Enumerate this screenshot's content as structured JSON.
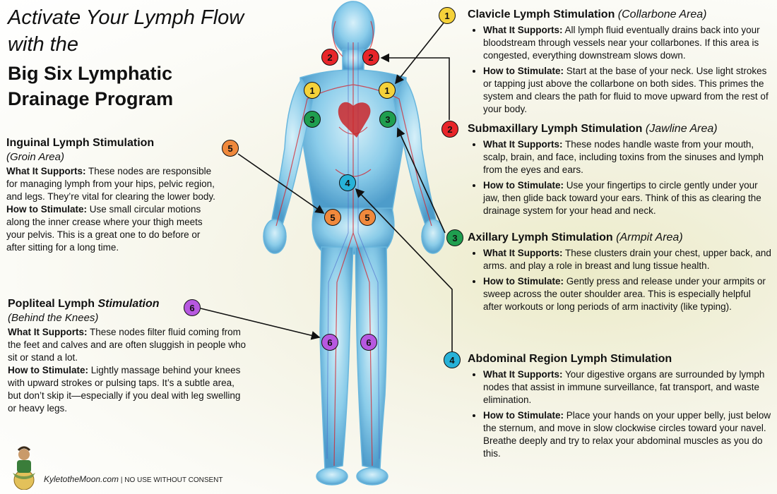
{
  "title": {
    "line1": "Activate Your Lymph Flow",
    "line2": "with the",
    "line3": "Big Six Lymphatic",
    "line4": "Drainage Program"
  },
  "sections": {
    "clavicle": {
      "number": "1",
      "title": "Clavicle Lymph Stimulation",
      "area": "(Collarbone Area)",
      "supports_label": "What It Supports:",
      "supports_text": "All lymph fluid eventually drains back into your bloodstream through vessels near your collarbones. If this area is congested, everything downstream slows down.",
      "stimulate_label": "How to Stimulate:",
      "stimulate_text": "Start at the base of your neck. Use light strokes or tapping just above the collarbone on both sides. This primes the system and clears the path for fluid to move upward from the rest of your body."
    },
    "submaxillary": {
      "number": "2",
      "title": "Submaxillary Lymph Stimulation",
      "area": "(Jawline Area)",
      "supports_label": "What It Supports:",
      "supports_text": "These nodes handle waste from your mouth, scalp, brain, and face, including toxins from the sinuses and lymph from the eyes and ears.",
      "stimulate_label": "How to Stimulate:",
      "stimulate_text": "Use your fingertips to circle gently under your jaw, then glide back toward your ears. Think of this as clearing the drainage system for your head and neck."
    },
    "axillary": {
      "number": "3",
      "title": "Axillary Lymph Stimulation",
      "area": "(Armpit Area)",
      "supports_label": "What It Supports:",
      "supports_text": "These clusters drain your chest, upper back, and arms. and play a role in breast and lung tissue health.",
      "stimulate_label": "How to Stimulate:",
      "stimulate_text": "Gently press and release under your armpits or sweep across the outer shoulder area. This is especially helpful after workouts or long periods of arm inactivity (like typing)."
    },
    "abdominal": {
      "number": "4",
      "title": "Abdominal Region Lymph Stimulation",
      "supports_label": "What It Supports:",
      "supports_text": "Your digestive organs are surrounded by lymph nodes that assist in immune surveillance, fat transport, and waste elimination.",
      "stimulate_label": "How to Stimulate:",
      "stimulate_text": "Place your hands on your upper belly, just below the sternum, and move in slow clockwise circles toward your navel. Breathe deeply and try to relax your abdominal muscles as you do this."
    },
    "inguinal": {
      "number": "5",
      "title": "Inguinal Lymph Stimulation",
      "area": "(Groin Area)",
      "supports_label": "What It Supports:",
      "supports_text": "These nodes are responsible for managing lymph from your hips, pelvic region, and legs. They’re vital for clearing the lower body.",
      "stimulate_label": "How to Stimulate:",
      "stimulate_text": "Use small circular motions along the inner crease where your thigh meets your pelvis. This is a great one to do before or after sitting for a long time."
    },
    "popliteal": {
      "number": "6",
      "title_a": "Popliteal Lymph",
      "title_b": "Stimulation",
      "area": "(Behind the Knees)",
      "supports_label": "What It Supports:",
      "supports_text": "These nodes filter fluid coming from the feet and calves and are often sluggish in people who sit or stand a lot.",
      "stimulate_label": "How to Stimulate:",
      "stimulate_text": "Lightly massage behind your knees with upward strokes or pulsing taps. It’s a subtle area, but don’t skip it—especially if you deal with leg swelling or heavy legs."
    }
  },
  "footer": {
    "site": "KyletotheMoon.com",
    "notice": "| NO USE WITHOUT CONSENT"
  },
  "colors": {
    "node1": "#f5d23a",
    "node2": "#e8262a",
    "node3": "#1f9e4f",
    "node4": "#27b2d8",
    "node5": "#f0893c",
    "node6": "#b758e0"
  },
  "icons": [
    "body-illustration",
    "meditating-avatar-logo"
  ]
}
